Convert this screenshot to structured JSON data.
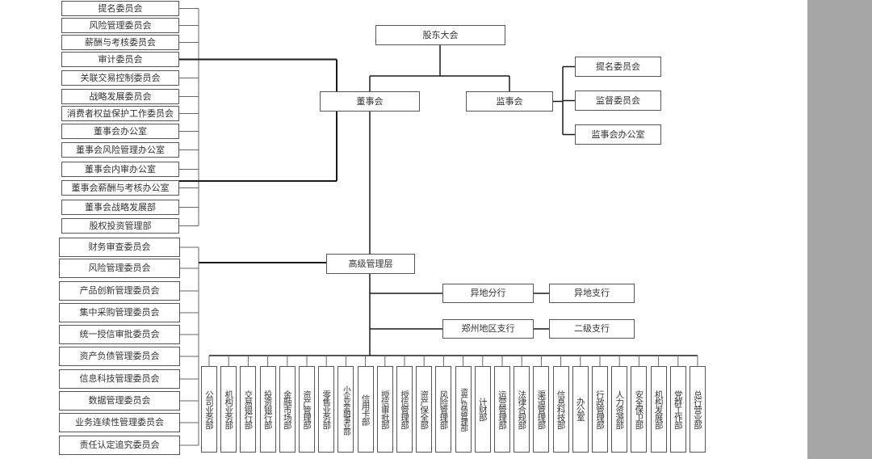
{
  "colors": {
    "line": "#1a1a1a",
    "thin_line": "#666666",
    "box_border": "#555555",
    "side_panel": "#a6a6a6"
  },
  "top": {
    "shareholders": "股东大会",
    "board": "董事会",
    "supervisory": "监事会",
    "senior_management": "高级管理层"
  },
  "board_units": [
    "提名委员会",
    "风险管理委员会",
    "薪酬与考核委员会",
    "审计委员会",
    "关联交易控制委员会",
    "战略发展委员会",
    "消费者权益保护工作委员会",
    "董事会办公室",
    "董事会风险管理办公室",
    "董事会内审办公室",
    "董事会薪酬与考核办公室",
    "董事会战略发展部",
    "股权投资管理部"
  ],
  "supervisory_units": [
    "提名委员会",
    "监督委员会",
    "监事会办公室"
  ],
  "management_committees": [
    "财务审查委员会",
    "风险管理委员会",
    "产品创新管理委员会",
    "集中采购管理委员会",
    "统一授信审批委员会",
    "资产负债管理委员会",
    "信息科技管理委员会",
    "数据管理委员会",
    "业务连续性管理委员会",
    "责任认定追究委员会"
  ],
  "branches": [
    {
      "main": "异地分行",
      "sub": "异地支行"
    },
    {
      "main": "郑州地区支行",
      "sub": "二级支行"
    }
  ],
  "departments": [
    "公司业务部",
    "机构业务部",
    "交易银行部",
    "投资银行部",
    "金融市场部",
    "资产管理部",
    "零售业务部",
    "小企业金融事业部",
    "信用卡部",
    "授信审批部",
    "授信管理部",
    "资产保全部",
    "风险管理部",
    "资产负债管理部",
    "计财部",
    "运营管理部",
    "法律合规部",
    "渠道管理部",
    "信息科技部",
    "办公室",
    "行政管理部",
    "人力资源部",
    "安全保卫部",
    "机构发展部",
    "党群工作部",
    "总行营业部"
  ]
}
